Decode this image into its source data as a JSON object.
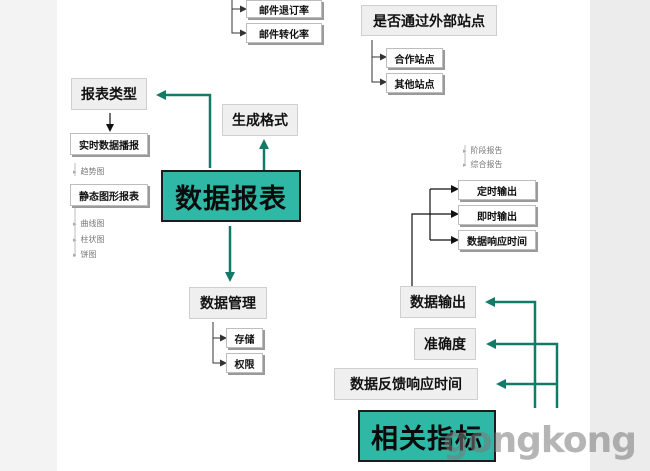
{
  "nodes": {
    "unsubscribe_rate": "邮件退订率",
    "conversion_rate": "邮件转化率",
    "external_sites": "是否通过外部站点",
    "partner_sites": "合作站点",
    "other_sites": "其他站点",
    "report_type": "报表类型",
    "output_format": "生成格式",
    "realtime_report": "实时数据播报",
    "static_chart_report": "静态图形报表",
    "data_report": "数据报表",
    "data_management": "数据管理",
    "storage": "存储",
    "permission": "权限",
    "data_output": "数据输出",
    "scheduled_output": "定时输出",
    "instant_output": "即时输出",
    "response_time": "数据响应时间",
    "accuracy": "准确度",
    "feedback_time": "数据反馈响应时间",
    "related_metrics": "相关指标"
  },
  "leaves": {
    "trend_chart": "趋势图",
    "curve_chart": "曲线图",
    "column_chart": "柱状图",
    "pie_chart": "饼图",
    "stage_report": "阶段报告",
    "summary_report": "综合报告"
  },
  "watermark": "gongkong",
  "colors": {
    "accent": "#2fb8a6",
    "arrow": "#137a68"
  }
}
